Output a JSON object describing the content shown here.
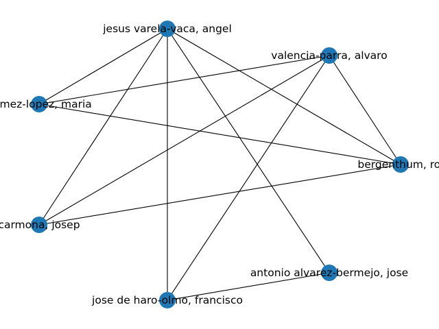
{
  "colors": {
    "node_fill": "#1f77b4",
    "edge": "#000000",
    "background": "#ffffff"
  },
  "network": {
    "nodes": [
      {
        "id": "jesus",
        "label": "jesus varela-vaca, angel"
      },
      {
        "id": "valencia",
        "label": "valencia-parra, alvaro"
      },
      {
        "id": "gomez",
        "label": "gomez-lopez, maria"
      },
      {
        "id": "bergenthum",
        "label": "bergenthum, rol"
      },
      {
        "id": "carmona",
        "label": "carmona, josep"
      },
      {
        "id": "antonio",
        "label": "antonio alvarez-bermejo, jose"
      },
      {
        "id": "jose",
        "label": "jose de haro-olmo, francisco"
      }
    ],
    "edges": [
      [
        "jesus",
        "gomez"
      ],
      [
        "jesus",
        "carmona"
      ],
      [
        "jesus",
        "jose"
      ],
      [
        "jesus",
        "antonio"
      ],
      [
        "jesus",
        "bergenthum"
      ],
      [
        "valencia",
        "gomez"
      ],
      [
        "valencia",
        "carmona"
      ],
      [
        "valencia",
        "jose"
      ],
      [
        "valencia",
        "bergenthum"
      ],
      [
        "gomez",
        "bergenthum"
      ],
      [
        "carmona",
        "bergenthum"
      ],
      [
        "jose",
        "antonio"
      ]
    ]
  }
}
